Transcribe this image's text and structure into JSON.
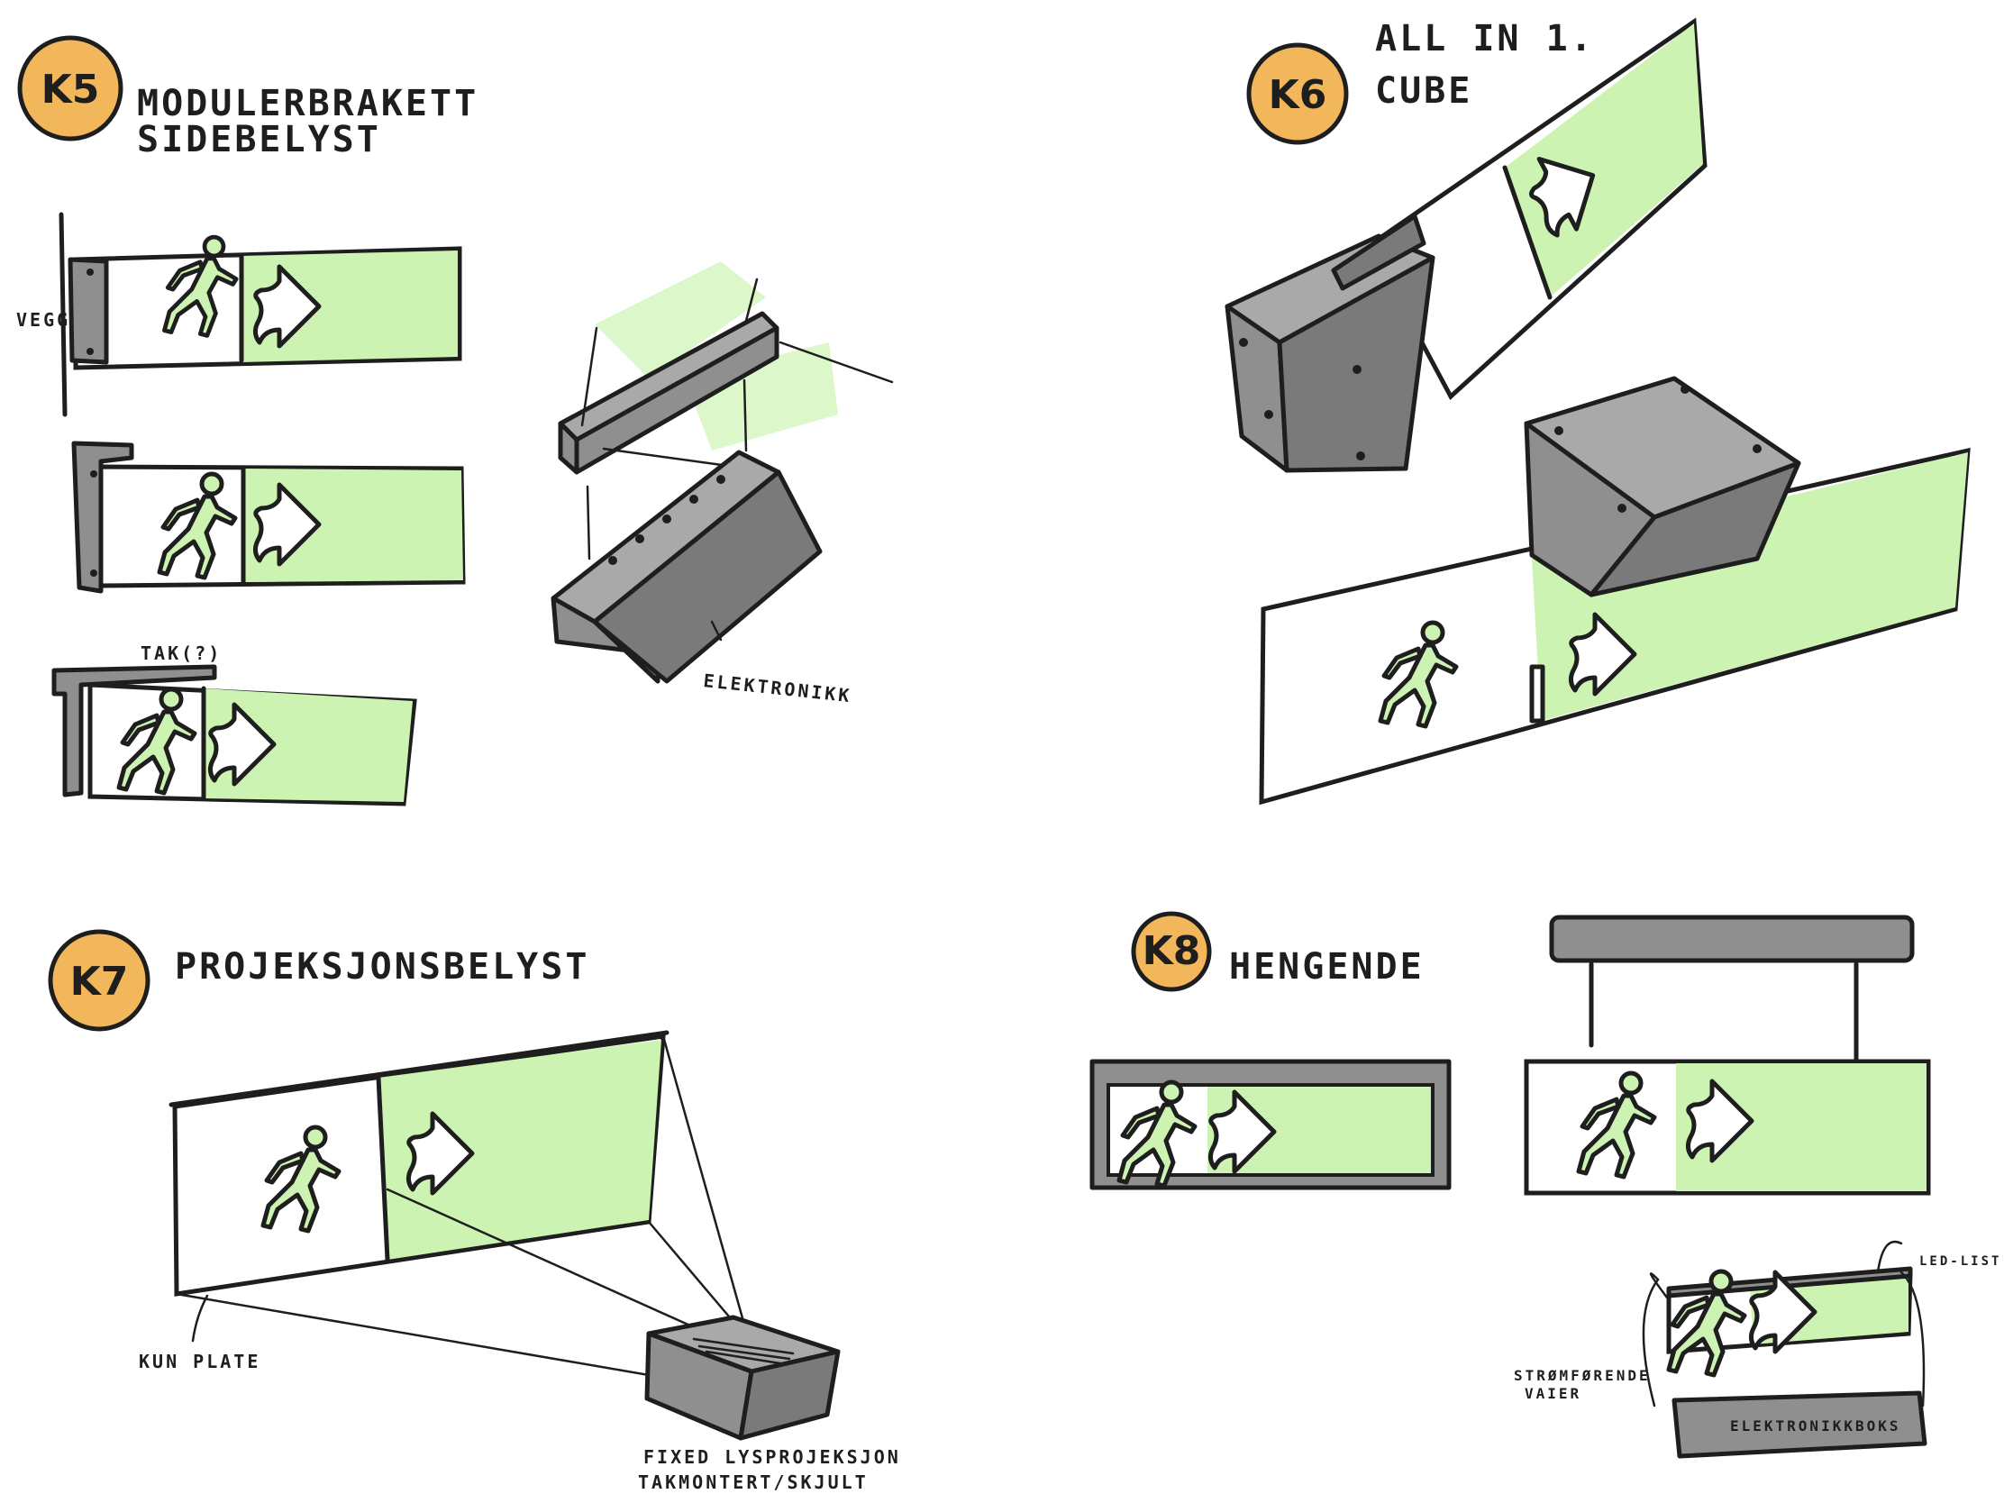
{
  "colors": {
    "badge": "#f2b75b",
    "sign_green": "#cdf3b2",
    "housing_grey": "#8f8f8f",
    "ink": "#1e1e1e"
  },
  "sections": {
    "k5": {
      "badge": "K5",
      "title_line1": "MODULERBRAKETT",
      "title_line2": "SIDEBELYST",
      "label_wall": "VEGG",
      "label_ceiling": "TAK(?)",
      "label_electronics": "ELEKTRONIKK"
    },
    "k6": {
      "badge": "K6",
      "title_line1": "ALL IN 1.",
      "title_line2": "CUBE"
    },
    "k7": {
      "badge": "K7",
      "title": "PROJEKSJONSBELYST",
      "label_plate": "KUN PLATE",
      "label_projection_line1": "FIXED LYSPROJEKSJON",
      "label_projection_line2": "TAKMONTERT/SKJULT"
    },
    "k8": {
      "badge": "K8",
      "title": "HENGENDE",
      "label_led": "LED-LIST",
      "label_wire_line1": "STRØMFØRENDE",
      "label_wire_line2": "VAIER",
      "label_box": "ELEKTRONIKKBOKS"
    }
  }
}
